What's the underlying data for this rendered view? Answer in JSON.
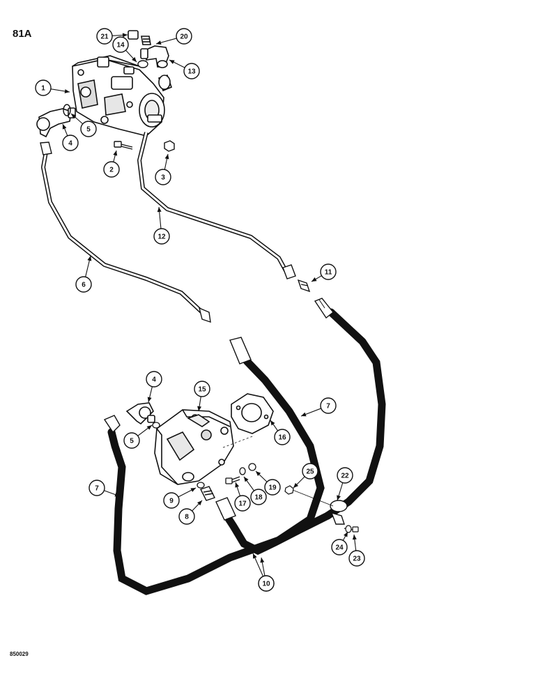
{
  "page_code": "81A",
  "drawing_code": "850029",
  "callouts": [
    {
      "label": "1"
    },
    {
      "label": "2"
    },
    {
      "label": "3"
    },
    {
      "label": "4"
    },
    {
      "label": "5"
    },
    {
      "label": "6"
    },
    {
      "label": "7"
    },
    {
      "label": "8"
    },
    {
      "label": "9"
    },
    {
      "label": "10"
    },
    {
      "label": "11"
    },
    {
      "label": "12"
    },
    {
      "label": "13"
    },
    {
      "label": "14"
    },
    {
      "label": "15"
    },
    {
      "label": "16"
    },
    {
      "label": "17"
    },
    {
      "label": "18"
    },
    {
      "label": "19"
    },
    {
      "label": "20"
    },
    {
      "label": "21"
    },
    {
      "label": "4"
    },
    {
      "label": "5"
    },
    {
      "label": "7"
    },
    {
      "label": "10"
    },
    {
      "label": "22"
    },
    {
      "label": "23"
    },
    {
      "label": "24"
    },
    {
      "label": "25"
    }
  ]
}
